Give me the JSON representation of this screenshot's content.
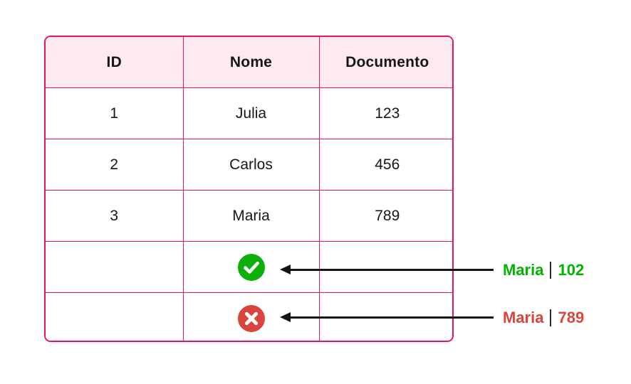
{
  "table": {
    "columns": [
      "ID",
      "Nome",
      "Documento"
    ],
    "rows": [
      {
        "id": "1",
        "nome": "Julia",
        "documento": "123"
      },
      {
        "id": "2",
        "nome": "Carlos",
        "documento": "456"
      },
      {
        "id": "3",
        "nome": "Maria",
        "documento": "789"
      }
    ],
    "status_rows": [
      {
        "id": "",
        "status": "success",
        "icon": "check-circle-icon",
        "documento": ""
      },
      {
        "id": "",
        "status": "error",
        "icon": "x-circle-icon",
        "documento": ""
      }
    ]
  },
  "annotations": [
    {
      "name": "Maria",
      "separator": "|",
      "documento": "102",
      "status": "success",
      "color": "#00b400",
      "arrow": "left-arrow-icon"
    },
    {
      "name": "Maria",
      "separator": "|",
      "documento": "789",
      "status": "error",
      "color": "#d9453c",
      "arrow": "left-arrow-icon"
    }
  ],
  "colors": {
    "table_border": "#ec1263",
    "header_background": "#fde9f0",
    "success": "#0bb00b",
    "error": "#d9453c",
    "arrow": "#141414",
    "text": "#16161a",
    "page_background": "#ffffff"
  }
}
